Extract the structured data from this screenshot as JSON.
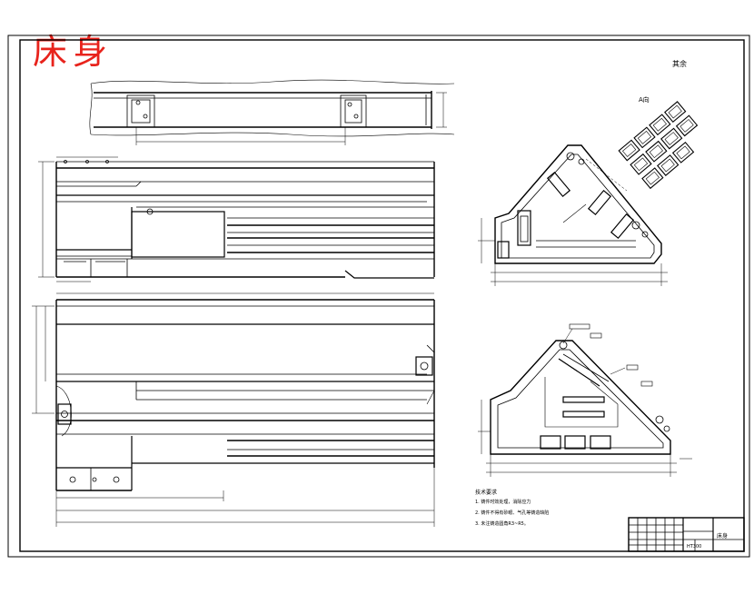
{
  "drawing": {
    "title": "床身",
    "roughness_note": "其余",
    "view_label": "A向",
    "title_color": "#e8231c",
    "line_color": "#000000",
    "dimension_color": "#000000"
  },
  "tech_requirements": {
    "heading": "技术要求",
    "items": [
      "1. 铸件时效处理，消除应力",
      "2. 铸件不得有砂眼、气孔等铸造缺陷",
      "3. 未注铸造圆角R3~R5。"
    ]
  },
  "title_block": {
    "part_name": "床身",
    "drawing_number": "",
    "material": "HT300"
  }
}
